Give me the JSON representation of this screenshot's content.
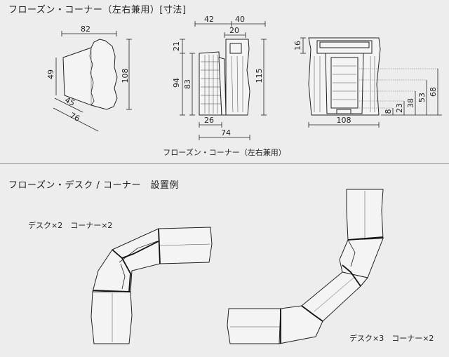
{
  "section1": {
    "title": "フローズン・コーナー（左右兼用）[寸法]"
  },
  "caption": "フローズン・コーナー（左右兼用）",
  "section2": {
    "title": "フローズン・デスク / コーナー　設置例",
    "layout1_label": "デスク×2　コーナー×2",
    "layout2_label": "デスク×3　コーナー×2"
  },
  "top_view": {
    "width": "82",
    "depth": "49",
    "length": "108",
    "diag1": "45",
    "diag2": "76"
  },
  "side_view": {
    "top_a": "42",
    "top_b": "40",
    "top_c": "20",
    "left_a": "21",
    "left_b": "94",
    "left_c": "83",
    "right": "115",
    "bottom_a": "26",
    "bottom_b": "74"
  },
  "front_view": {
    "left": "16",
    "bottom": "108",
    "h1": "8",
    "h2": "23",
    "h3": "38",
    "h4": "53",
    "h5": "68"
  }
}
